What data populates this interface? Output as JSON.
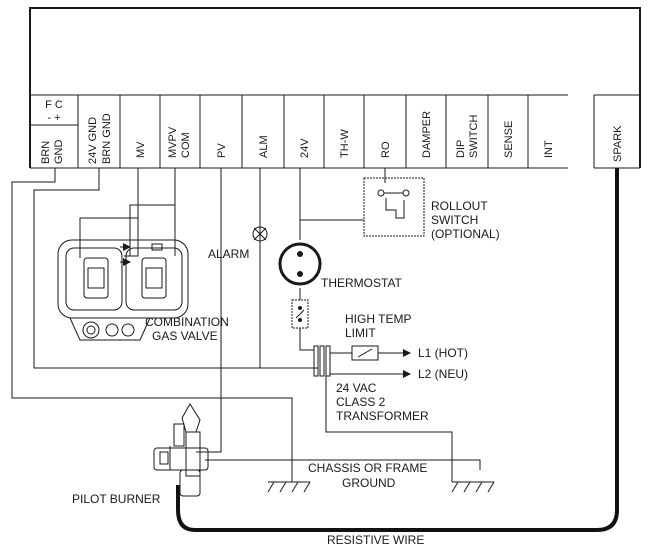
{
  "terminals": {
    "fc_top": "F C",
    "fc_pm": "-  +",
    "brn_gnd": [
      "BRN",
      "GND"
    ],
    "gnd24": [
      "24V GND",
      "BRN GND"
    ],
    "mv": "MV",
    "mvpv": [
      "MVPV",
      "COM"
    ],
    "pv": "PV",
    "alm": "ALM",
    "v24": "24V",
    "thw": "TH-W",
    "ro": "RO",
    "damper": "DAMPER",
    "dip": [
      "DIP",
      "SWITCH"
    ],
    "sense": "SENSE",
    "int": "INT",
    "spark": "SPARK"
  },
  "labels": {
    "rollout": [
      "ROLLOUT",
      "SWITCH",
      "(OPTIONAL)"
    ],
    "alarm": "ALARM",
    "thermostat": "THERMOSTAT",
    "high_temp": [
      "HIGH TEMP",
      "LIMIT"
    ],
    "gas_valve": [
      "COMBINATION",
      "GAS VALVE"
    ],
    "l1": "L1 (HOT)",
    "l2": "L2 (NEU)",
    "transformer": [
      "24 VAC",
      "CLASS 2",
      "TRANSFORMER"
    ],
    "chassis": [
      "CHASSIS OR FRAME",
      "GROUND"
    ],
    "pilot": "PILOT BURNER",
    "resistive": "RESISTIVE WIRE"
  },
  "colors": {
    "line": "#1a1a1a",
    "thick_wire": "#111111"
  }
}
